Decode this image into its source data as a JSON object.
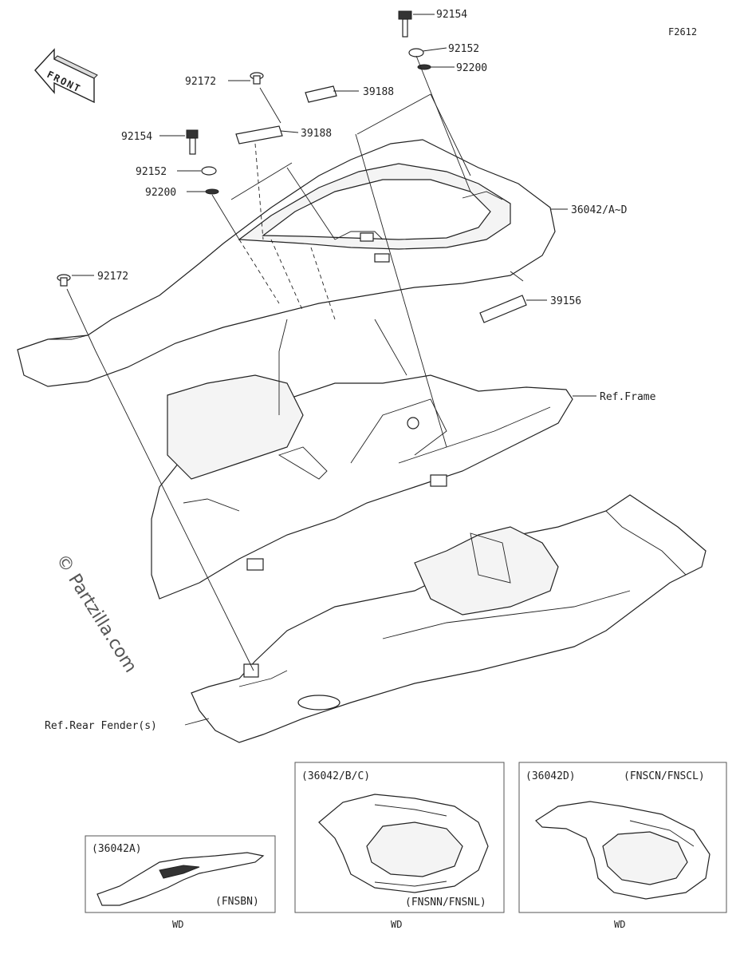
{
  "figure_code": "F2612",
  "watermark": "© Partzilla.com",
  "front_badge": "FRONT",
  "callouts": {
    "bolt_top": "92154",
    "washer_top": "92152",
    "ring_top": "92200",
    "clip_top": "92172",
    "label_top": "39188",
    "label_mid": "39188",
    "bolt_left": "92154",
    "washer_left": "92152",
    "ring_left": "92200",
    "clip_left": "92172",
    "cowl": "36042/A~D",
    "label_under": "39156",
    "ref_frame": "Ref.Frame",
    "ref_fender": "Ref.Rear Fender(s)"
  },
  "insets": [
    {
      "id": "a",
      "title": "(36042A)",
      "model": "(FNSBN)",
      "footer": "WD"
    },
    {
      "id": "bc",
      "title": "(36042/B/C)",
      "model": "(FNSNN/FNSNL)",
      "footer": "WD"
    },
    {
      "id": "d",
      "title": "(36042D)",
      "model": "(FNSCN/FNSCL)",
      "footer": "WD"
    }
  ]
}
